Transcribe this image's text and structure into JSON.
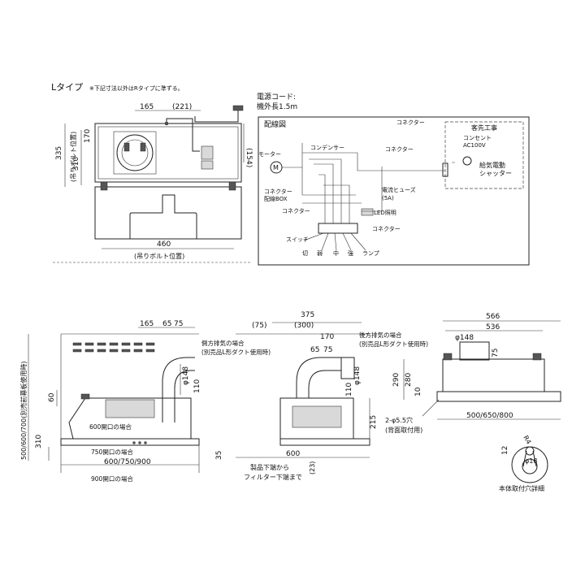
{
  "title": "Lタイプ",
  "note": "※下記寸法以外はRタイプに準ずる。",
  "top_view": {
    "power_cord": "電源コード:",
    "cord_length": "機外長1.5m",
    "dim_165": "165",
    "dim_221": "(221)",
    "dim_154": "(154)",
    "dim_335": "335",
    "dim_310": "310",
    "dim_170": "170",
    "bolt_pos_v": "(吊りボルト位置)",
    "dim_460": "460",
    "bolt_pos_h": "(吊りボルト位置)"
  },
  "wiring": {
    "title": "配線図",
    "customer_work": "客先工事",
    "connector_top": "コネクター",
    "capacitor": "コンデンサー",
    "connector_mid": "コネクター",
    "motor": "モーター",
    "motor_symbol": "M",
    "outlet": "コンセント",
    "ac100v": "AC100V",
    "shutter": "給気電動",
    "shutter2": "シャッター",
    "wiring_box_1": "コネクター",
    "wiring_box_2": "配線BOX",
    "fuse": "電流ヒューズ",
    "fuse_rating": "(5A)",
    "connector_low": "コネクター",
    "led": "LED照明",
    "connector_led": "コネクター",
    "switch": "スイッチ",
    "sw_off": "切",
    "sw_weak": "弱",
    "sw_mid": "中",
    "sw_strong": "強",
    "sw_lamp": "ランプ"
  },
  "front_view": {
    "dim_165": "165",
    "dim_65": "65",
    "dim_75": "75",
    "side_exhaust": "側方排気の場合",
    "side_exhaust2": "(別売品L形ダクト使用時)",
    "dim_148": "φ148",
    "dim_110": "110",
    "dim_60": "60",
    "dim_310": "310",
    "dim_35": "35",
    "height_range": "500/600/700(別売前幕板使用時)",
    "open_600": "600開口の場合",
    "open_750": "750開口の場合",
    "open_900": "900開口の場合",
    "width_range": "600/750/900"
  },
  "side_view": {
    "dim_75": "(75)",
    "dim_375": "375",
    "dim_300": "(300)",
    "dim_170": "170",
    "rear_exhaust": "後方排気の場合",
    "rear_exhaust2": "(別売品L形ダクト使用時)",
    "dim_65": "65",
    "dim_75b": "75",
    "dim_148": "φ148",
    "dim_110": "110",
    "dim_215": "215",
    "dim_600": "600",
    "filter_note1": "製品下端から",
    "filter_note2": "フィルター下端まで",
    "dim_23": "(23)"
  },
  "back_view": {
    "dim_566": "566",
    "dim_536": "536",
    "dim_148": "φ148",
    "dim_75": "75",
    "dim_290": "290",
    "dim_280": "280",
    "dim_10": "10",
    "width_range": "500/650/800",
    "hole_note1": "2-φ5.5穴",
    "hole_note2": "(背面取付用)"
  },
  "detail": {
    "r": "R4",
    "dim_12": "12",
    "dim_18": "φ18",
    "title": "本体取付穴詳細"
  }
}
